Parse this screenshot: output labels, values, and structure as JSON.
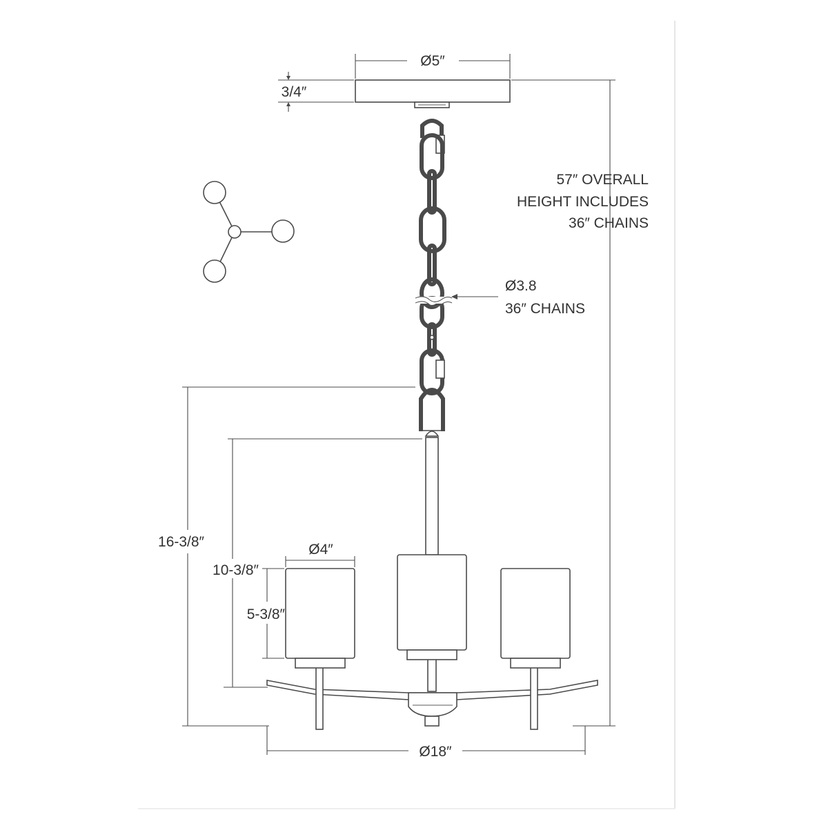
{
  "dimensions": {
    "canopy_diameter": "Ø5″",
    "canopy_height": "3/4″",
    "overall_height_line1": "57″ OVERALL",
    "overall_height_line2": "HEIGHT INCLUDES",
    "overall_height_line3": "36″ CHAINS",
    "chain_diameter": "Ø3.8",
    "chain_length": "36″ CHAINS",
    "fixture_height": "16-3/8″",
    "body_height": "10-3/8″",
    "shade_height": "5-3/8″",
    "shade_diameter": "Ø4″",
    "fixture_diameter": "Ø18″"
  }
}
